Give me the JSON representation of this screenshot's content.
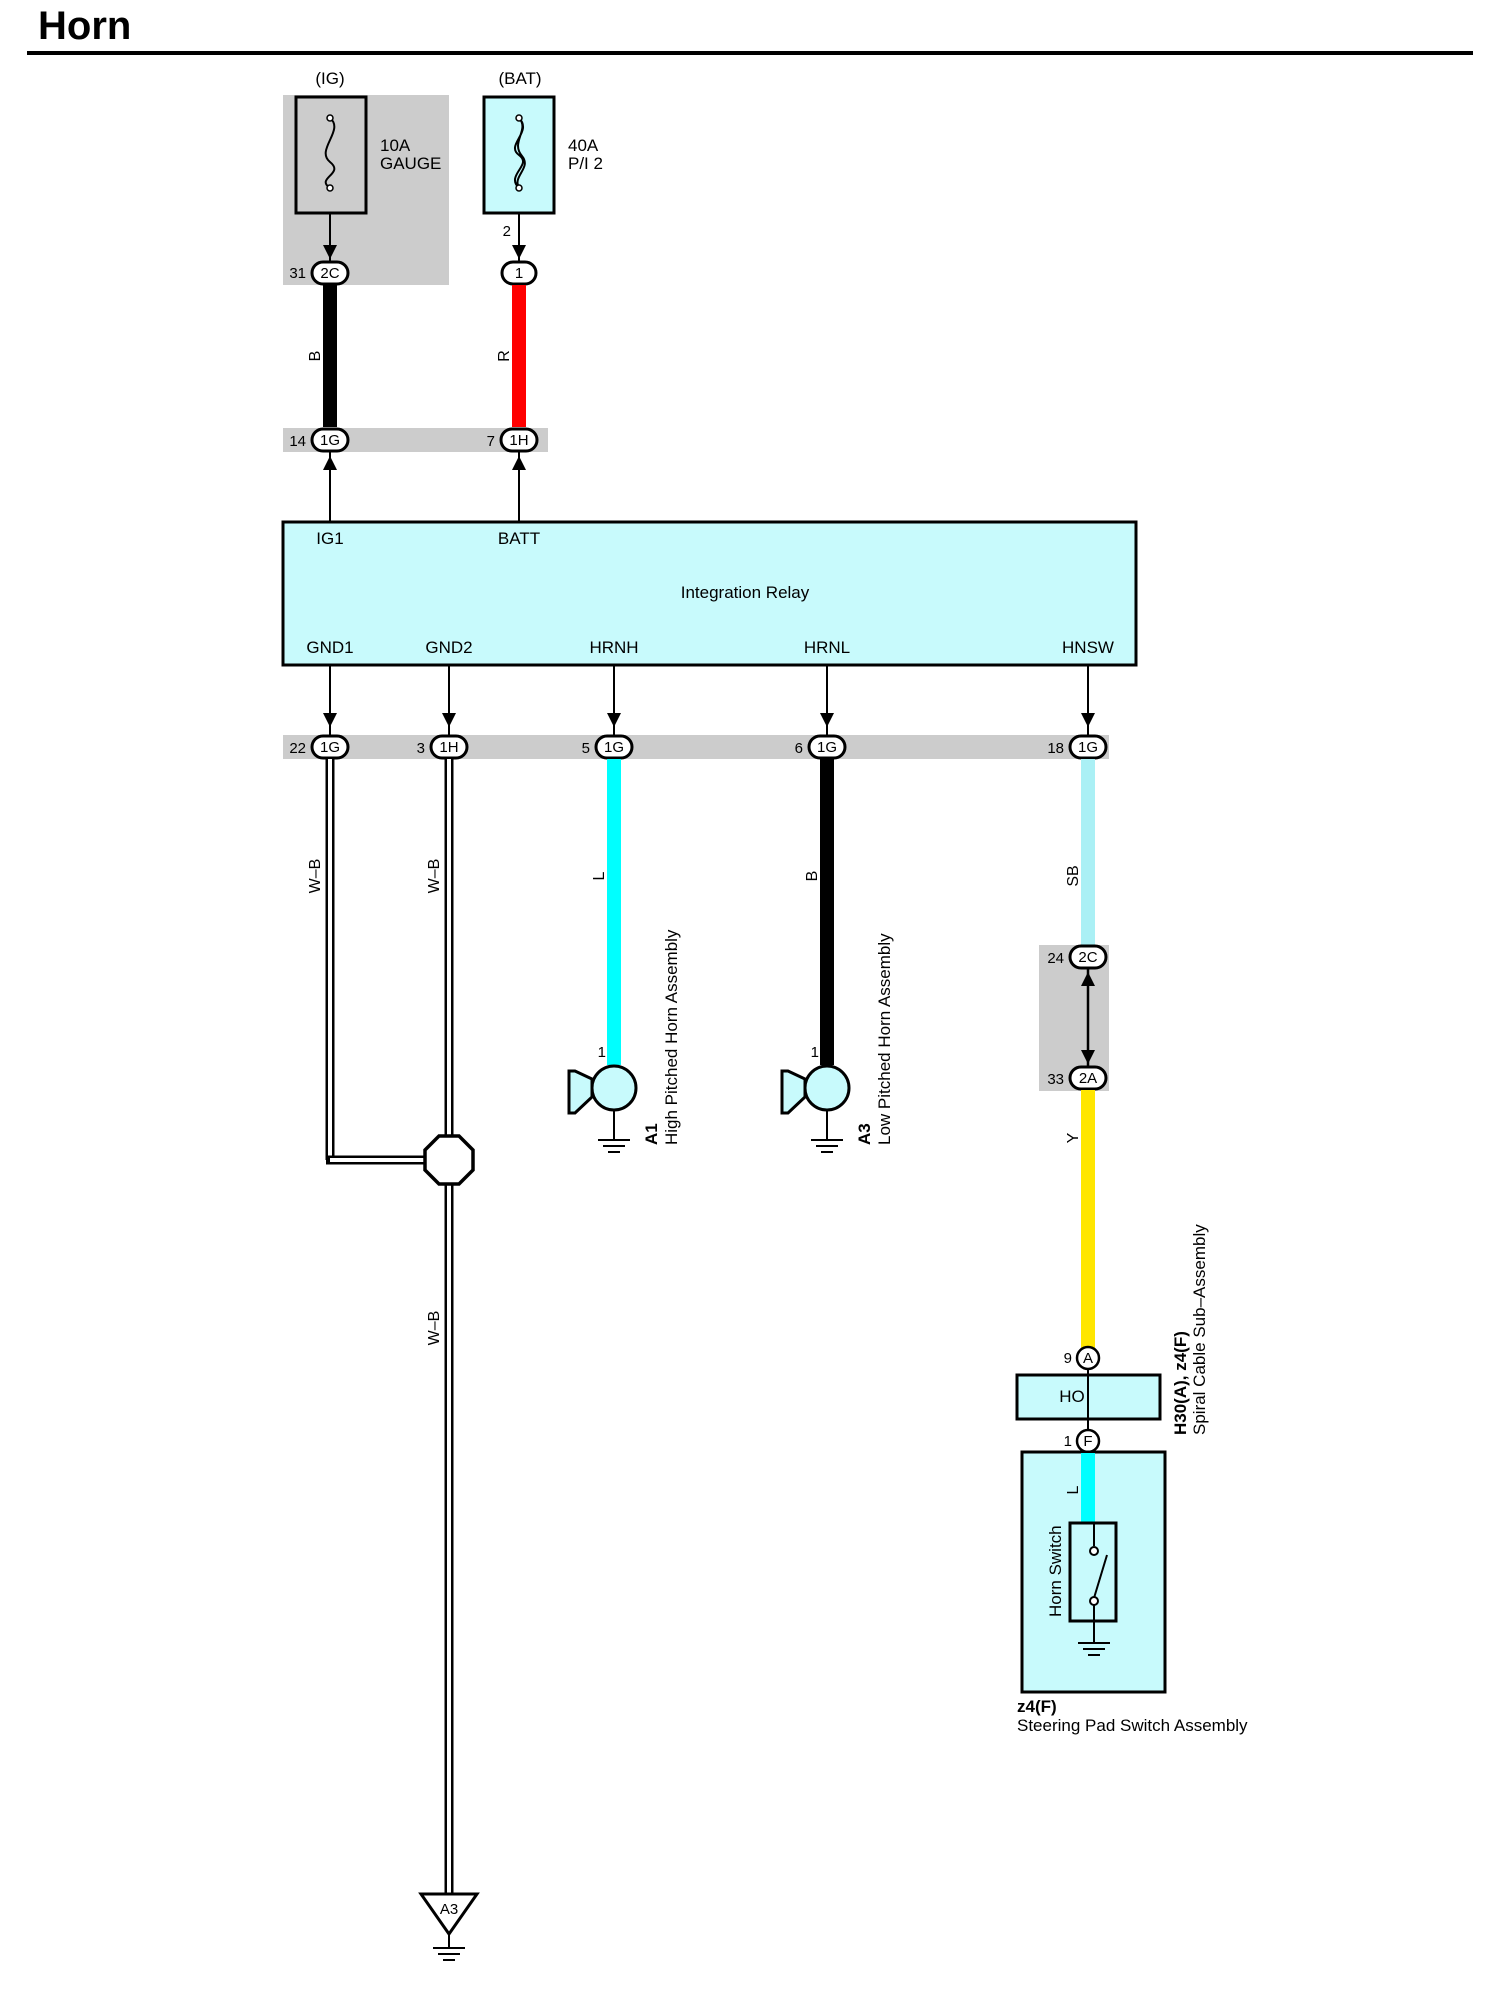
{
  "title": "Horn",
  "colors": {
    "component_fill": "#c8fafc",
    "connector_band": "#cccccc",
    "wire_black": "#000000",
    "wire_red": "#ff0000",
    "wire_blue": "#00ffff",
    "wire_sky_blue": "#aaf0f5",
    "wire_yellow": "#ffe600",
    "wire_white_black": "#ffffff"
  },
  "power": {
    "ig": {
      "source": "(IG)",
      "rating": "10A",
      "name": "GAUGE",
      "out_pin": "31",
      "connector": "2C"
    },
    "bat": {
      "source": "(BAT)",
      "rating": "40A",
      "name": "P/I 2",
      "out_pin": "2",
      "connector": "1"
    }
  },
  "wires": {
    "ig_wire": "B",
    "bat_wire": "R",
    "gnd1_wire": "W–B",
    "gnd2_wire": "W–B",
    "hrnh_wire": "L",
    "hrnl_wire": "B",
    "hnsw_wire": "SB",
    "hnsw_wire_2": "Y",
    "ground_trunk": "W–B",
    "switch_wire": "L"
  },
  "relay": {
    "name": "Integration Relay",
    "inputs": [
      {
        "terminal": "IG1",
        "pin": "14",
        "connector": "1G"
      },
      {
        "terminal": "BATT",
        "pin": "7",
        "connector": "1H"
      }
    ],
    "outputs": [
      {
        "terminal": "GND1",
        "pin": "22",
        "connector": "1G"
      },
      {
        "terminal": "GND2",
        "pin": "3",
        "connector": "1H"
      },
      {
        "terminal": "HRNH",
        "pin": "5",
        "connector": "1G"
      },
      {
        "terminal": "HRNL",
        "pin": "6",
        "connector": "1G"
      },
      {
        "terminal": "HNSW",
        "pin": "18",
        "connector": "1G"
      }
    ]
  },
  "horns": {
    "high": {
      "pin": "1",
      "code": "A1",
      "name": "High Pitched Horn Assembly"
    },
    "low": {
      "pin": "1",
      "code": "A3",
      "name": "Low Pitched Horn Assembly"
    }
  },
  "junction": {
    "pin_a": "24",
    "conn_a": "2C",
    "pin_b": "33",
    "conn_b": "2A"
  },
  "spiral_cable": {
    "pin_in": "9",
    "conn_in": "A",
    "terminal": "HO",
    "pin_out": "1",
    "conn_out": "F",
    "code": "H30(A), z4(F)",
    "name": "Spiral Cable Sub–Assembly"
  },
  "steering_pad": {
    "switch_label": "Horn Switch",
    "code": "z4(F)",
    "name": "Steering Pad Switch Assembly"
  },
  "ground_point": "A3"
}
